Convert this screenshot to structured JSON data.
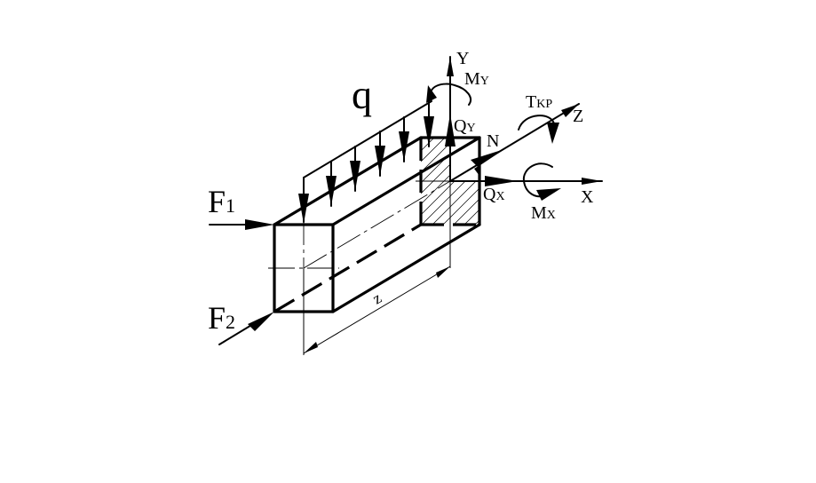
{
  "diagram": {
    "load": {
      "q": "q"
    },
    "forces": {
      "f1": {
        "base": "F",
        "sub": "1"
      },
      "f2": {
        "base": "F",
        "sub": "2"
      }
    },
    "axes": {
      "x": "X",
      "y": "Y",
      "z": "Z"
    },
    "internal": {
      "n": "N",
      "qx": {
        "base": "Q",
        "sub": "X"
      },
      "qy": {
        "base": "Q",
        "sub": "Y"
      },
      "mx": {
        "base": "M",
        "sub": "X"
      },
      "my": {
        "base": "M",
        "sub": "Y"
      },
      "tkp": {
        "base": "T",
        "sub": "KP"
      }
    },
    "dimension": "z"
  }
}
